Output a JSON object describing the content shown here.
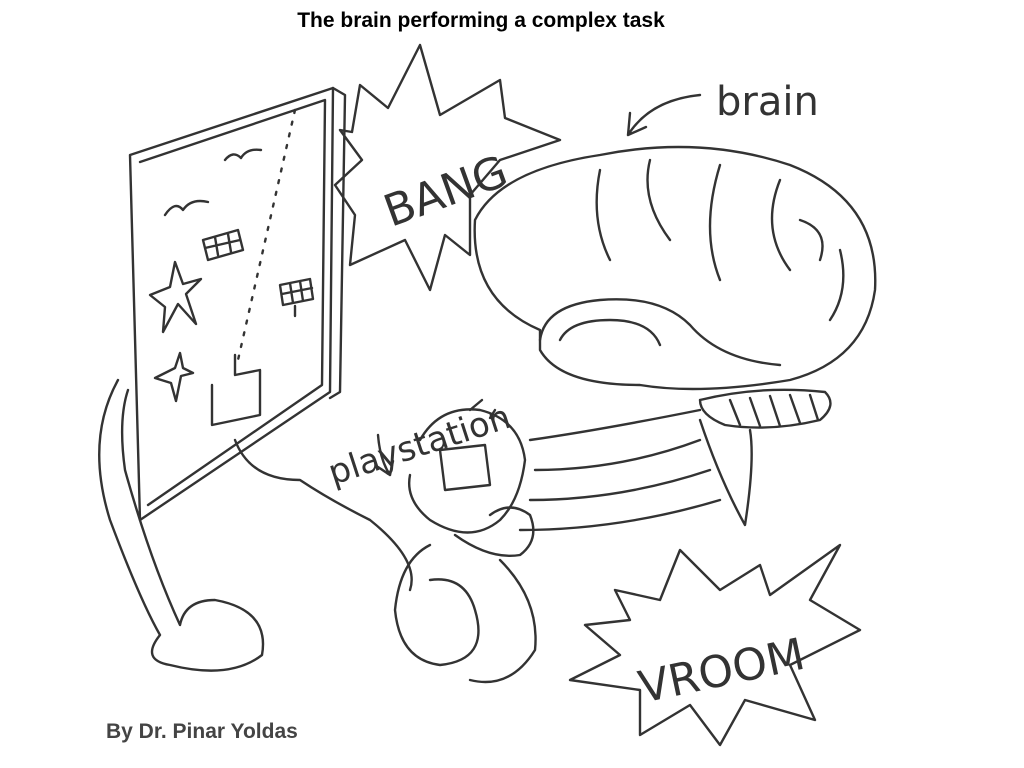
{
  "title": "The brain performing a complex task",
  "credit": "By Dr. Pinar Yoldas",
  "labels": {
    "brain": "brain",
    "bang": "BANG",
    "playstation": "playstation",
    "vroom": "VROOM"
  },
  "colors": {
    "ink": "#333333",
    "background": "#ffffff"
  }
}
